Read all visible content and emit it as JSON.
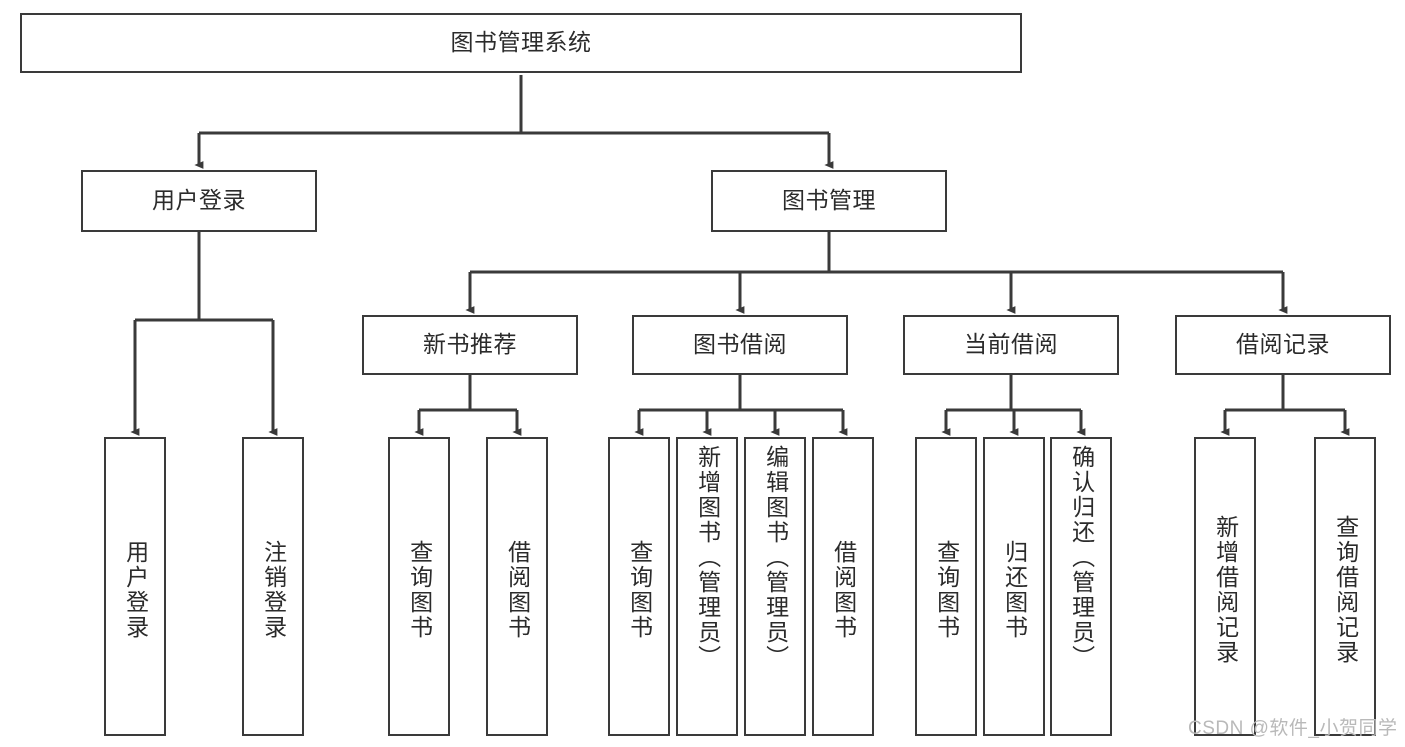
{
  "diagram": {
    "type": "hierarchy-tree",
    "title": "图书管理系统",
    "watermark": "CSDN @软件_小贺同学",
    "colors": {
      "stroke": "#3a3a3a",
      "fill": "#ffffff",
      "text": "#2b2b2b",
      "watermark": "#b9b9b9"
    },
    "levels": {
      "root": {
        "label": "图书管理系统"
      },
      "level1": [
        {
          "label": "用户登录"
        },
        {
          "label": "图书管理"
        }
      ],
      "level2": [
        {
          "label": "新书推荐"
        },
        {
          "label": "图书借阅"
        },
        {
          "label": "当前借阅"
        },
        {
          "label": "借阅记录"
        }
      ],
      "leaves_user_login": [
        {
          "label": "用户登录"
        },
        {
          "label": "注销登录"
        }
      ],
      "leaves_new_book": [
        {
          "label": "查询图书"
        },
        {
          "label": "借阅图书"
        }
      ],
      "leaves_borrow": [
        {
          "label": "查询图书"
        },
        {
          "label": "新增图书（管理员）"
        },
        {
          "label": "编辑图书（管理员）"
        },
        {
          "label": "借阅图书"
        }
      ],
      "leaves_current": [
        {
          "label": "查询图书"
        },
        {
          "label": "归还图书"
        },
        {
          "label": "确认归还（管理员）"
        }
      ],
      "leaves_records": [
        {
          "label": "新增借阅记录"
        },
        {
          "label": "查询借阅记录"
        }
      ]
    }
  }
}
